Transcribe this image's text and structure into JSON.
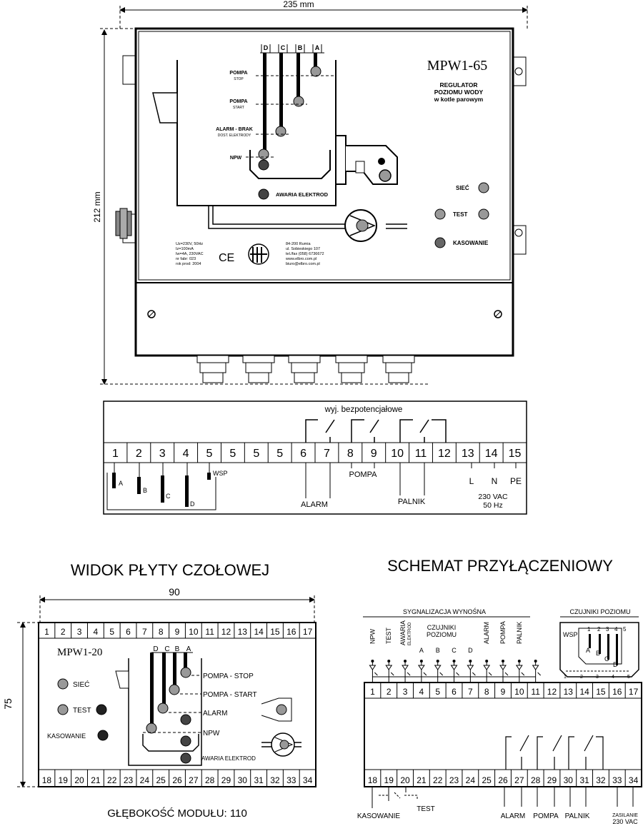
{
  "top": {
    "width_dim": "235 mm",
    "height_dim": "212 mm",
    "model": "MPW1-65",
    "subtitle": [
      "REGULATOR",
      "POZIOMU WODY",
      "w kotle parowym"
    ],
    "probes": [
      "D",
      "C",
      "B",
      "A"
    ],
    "levels": {
      "pompa_stop": "POMPA",
      "pompa_stop_sub": "STOP",
      "pompa_start": "POMPA",
      "pompa_start_sub": "START",
      "alarm": "ALARM - BRAK",
      "alarm_sub": "DOST. ELEKTRODY",
      "npw": "NPW"
    },
    "awaria": "AWARIA ELEKTROD",
    "lamps": {
      "siec": "SIEĆ",
      "test": "TEST",
      "kasowanie": "KASOWANIE"
    },
    "specs": [
      "Uz=230V, 50Hz",
      "Iz=100mA",
      "Iw=4A, 230VAC",
      "nr fabr: 023",
      "rok prod: 2004"
    ],
    "ce": "CE",
    "address": [
      "84-200 Rumia",
      "ul. Sobieskiego 107",
      "tel./fax (058) 6736672",
      "www.elbro.com.pl",
      "biuro@elbro.com.pl"
    ]
  },
  "strip": {
    "header": "wyj. bezpotencjałowe",
    "terminals": [
      "1",
      "2",
      "3",
      "4",
      "5",
      "5",
      "5",
      "5",
      "6",
      "7",
      "8",
      "9",
      "10",
      "11",
      "12",
      "13",
      "14",
      "15"
    ],
    "probe_letters": [
      "A",
      "B",
      "C",
      "D"
    ],
    "wsp": "WSP",
    "alarm": "ALARM",
    "pompa": "POMPA",
    "palnik": "PALNIK",
    "l": "L",
    "n": "N",
    "pe": "PE",
    "supply": [
      "230 VAC",
      "50 Hz"
    ]
  },
  "front": {
    "title": "WIDOK PŁYTY CZOŁOWEJ",
    "width_dim": "90",
    "height_dim": "75",
    "depth": "GŁĘBOKOŚĆ MODUŁU: 110",
    "model": "MPW1-20",
    "top_terminals": [
      "1",
      "2",
      "3",
      "4",
      "5",
      "6",
      "7",
      "8",
      "9",
      "10",
      "11",
      "12",
      "13",
      "14",
      "15",
      "16",
      "17"
    ],
    "bottom_terminals": [
      "18",
      "19",
      "20",
      "21",
      "22",
      "23",
      "24",
      "25",
      "26",
      "27",
      "28",
      "29",
      "30",
      "31",
      "32",
      "33",
      "34"
    ],
    "probes": [
      "D",
      "C",
      "B",
      "A"
    ],
    "labels": {
      "pompa_stop": "POMPA - STOP",
      "pompa_start": "POMPA - START",
      "alarm": "ALARM",
      "npw": "NPW",
      "awaria": "AWARIA ELEKTROD"
    },
    "lamps": {
      "siec": "SIEĆ",
      "test": "TEST",
      "kasowanie": "KASOWANIE"
    }
  },
  "schema": {
    "title": "SCHEMAT PRZYŁĄCZENIOWY",
    "sygnalizacja": "SYGNALIZACJA WYNOŚNA",
    "czujniki": "CZUJNIKI POZIOMU",
    "sig_labels": [
      "NPW",
      "TEST",
      "AWARIA",
      "ELEKTROD",
      "A",
      "B",
      "C",
      "D",
      "ALARM",
      "POMPA",
      "PALNIK"
    ],
    "czujniki_poziomu": [
      "CZUJNIKI",
      "POZIOMU"
    ],
    "sensor_nums": [
      "1",
      "2",
      "3",
      "4",
      "5"
    ],
    "sensor_letters": [
      "A",
      "B",
      "C",
      "D"
    ],
    "wsp": "WSP",
    "top_terminals": [
      "1",
      "2",
      "3",
      "4",
      "5",
      "6",
      "7",
      "8",
      "9",
      "10",
      "11",
      "12",
      "13",
      "14",
      "15",
      "16",
      "17"
    ],
    "bottom_terminals": [
      "18",
      "19",
      "20",
      "21",
      "22",
      "23",
      "24",
      "25",
      "26",
      "27",
      "28",
      "29",
      "30",
      "31",
      "32",
      "33",
      "34"
    ],
    "kasowanie": "KASOWANIE",
    "test": "TEST",
    "alarm": "ALARM",
    "pompa": "POMPA",
    "palnik": "PALNIK",
    "zasilanie": [
      "ZASILANIE",
      "230 VAC"
    ]
  }
}
